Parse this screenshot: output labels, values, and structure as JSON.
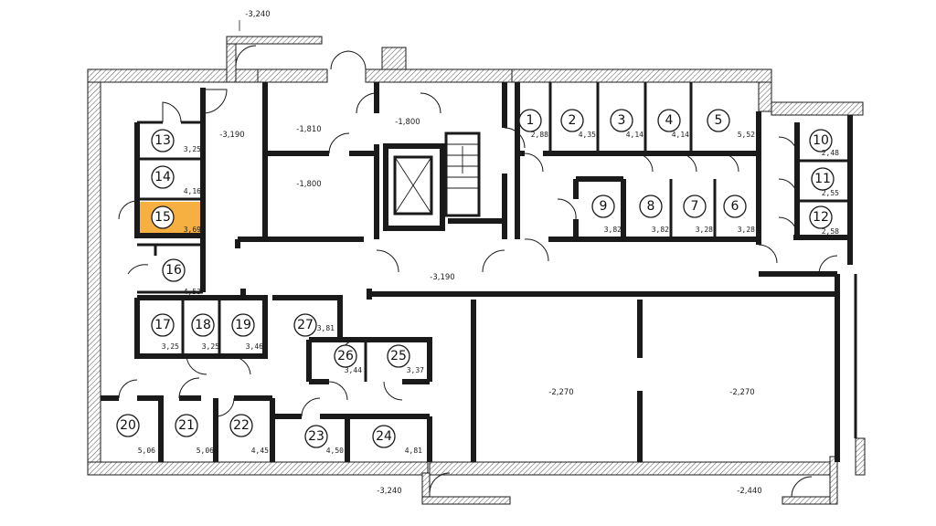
{
  "colors": {
    "wall": "#1a1a1a",
    "highlight": "#f5b041",
    "background": "#ffffff"
  },
  "elevations": {
    "top_entrance": "-3,240",
    "bottom_entrance": "-3,240",
    "bottom_right": "-2,440",
    "left_corridor": "-3,190",
    "center_corridor": "-3,190",
    "room_upper_left": "-1,810",
    "room_mid_left": "-1,800",
    "stair_landing": "-1,800",
    "hall_left": "-2,270",
    "hall_right": "-2,270"
  },
  "rooms": [
    {
      "num": "1",
      "area": "2,88"
    },
    {
      "num": "2",
      "area": "4,35"
    },
    {
      "num": "3",
      "area": "4,14"
    },
    {
      "num": "4",
      "area": "4,14"
    },
    {
      "num": "5",
      "area": "5,52"
    },
    {
      "num": "6",
      "area": "3,28"
    },
    {
      "num": "7",
      "area": "3,28"
    },
    {
      "num": "8",
      "area": "3,82"
    },
    {
      "num": "9",
      "area": "3,82"
    },
    {
      "num": "10",
      "area": "2,48"
    },
    {
      "num": "11",
      "area": "2,55"
    },
    {
      "num": "12",
      "area": "2,58"
    },
    {
      "num": "13",
      "area": "3,25"
    },
    {
      "num": "14",
      "area": "4,16"
    },
    {
      "num": "15",
      "area": "3,69",
      "highlighted": true
    },
    {
      "num": "16",
      "area": "4,53"
    },
    {
      "num": "17",
      "area": "3,25"
    },
    {
      "num": "18",
      "area": "3,25"
    },
    {
      "num": "19",
      "area": "3,46"
    },
    {
      "num": "20",
      "area": "5,06"
    },
    {
      "num": "21",
      "area": "5,06"
    },
    {
      "num": "22",
      "area": "4,45"
    },
    {
      "num": "23",
      "area": "4,50"
    },
    {
      "num": "24",
      "area": "4,81"
    },
    {
      "num": "25",
      "area": "3,37"
    },
    {
      "num": "26",
      "area": "3,44"
    },
    {
      "num": "27",
      "area": "3,81"
    }
  ]
}
